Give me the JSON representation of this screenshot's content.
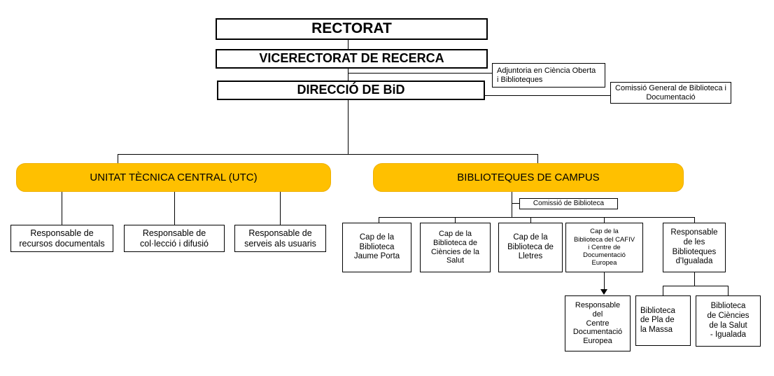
{
  "colors": {
    "accent": "#FFC000",
    "border": "#000000",
    "background": "#FFFFFF"
  },
  "nodes": {
    "rectorat": "RECTORAT",
    "vicerectorat": "VICERECTORAT DE RECERCA",
    "direccio": "DIRECCIÓ DE BiD",
    "adjuntoria": "Adjuntoria en Ciència Oberta\ni Biblioteques",
    "comissio_general": "Comissió General de Biblioteca i\nDocumentació",
    "utc": "UNITAT TÈCNICA CENTRAL (UTC)",
    "campus": "BIBLIOTEQUES DE CAMPUS",
    "resp_recursos": "Responsable de\nrecursos documentals",
    "resp_colleccio": "Responsable de\ncol·lecció i difusió",
    "resp_serveis": "Responsable de\nserveis als usuaris",
    "comissio_biblioteca": "Comissió de Biblioteca",
    "cap_jaume_porta": "Cap de la\nBiblioteca\nJaume Porta",
    "cap_ciencies_salut": "Cap de la\nBiblioteca de\nCiències de la\nSalut",
    "cap_lletres": "Cap de la\nBiblioteca de\nLletres",
    "cap_cafiv": "Cap de la\nBiblioteca del CAFIV\ni Centre de\nDocumentació\nEuropea",
    "resp_igualada": "Responsable\nde les\nBiblioteques\nd'Igualada",
    "resp_centre_doc": "Responsable\ndel\nCentre\nDocumentació\nEuropea",
    "bib_pla_massa": "Biblioteca\nde Pla de\nla Massa",
    "bib_ciencies_igualada": "Biblioteca\nde Ciències\nde la Salut\n- Igualada"
  }
}
